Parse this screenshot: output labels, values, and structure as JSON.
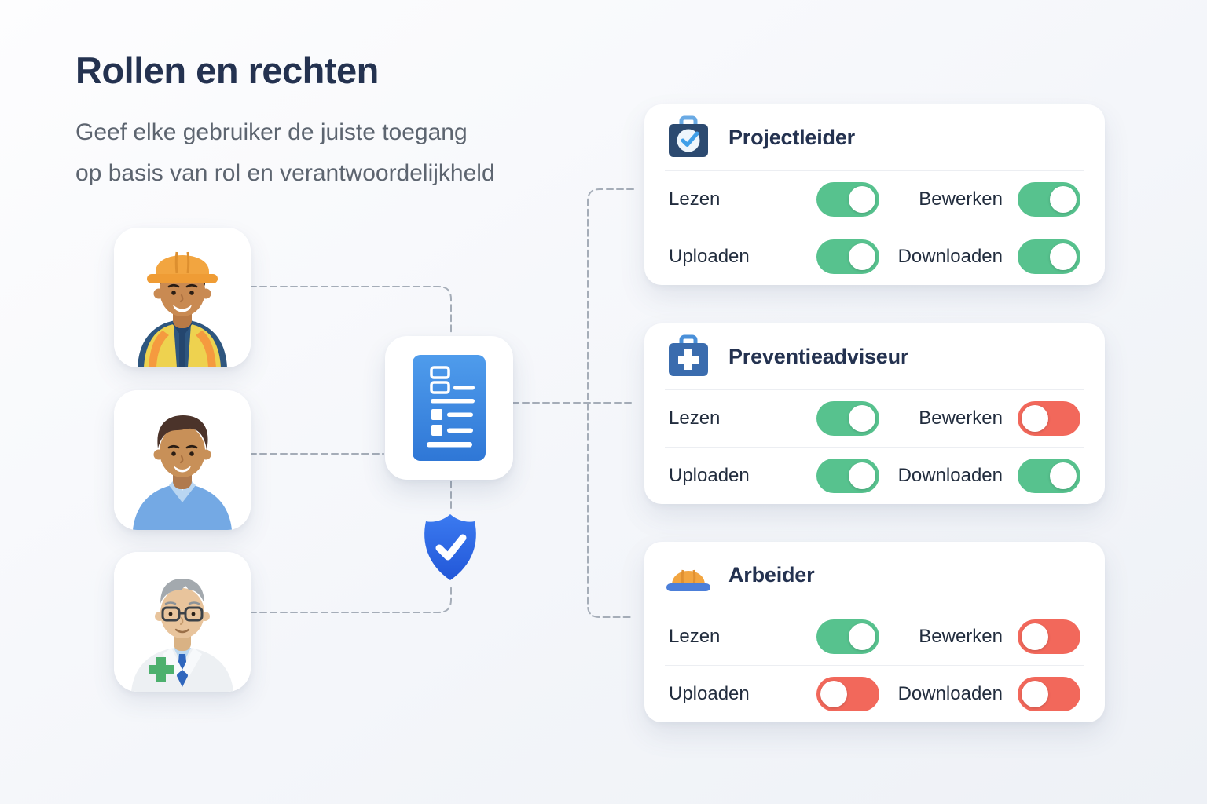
{
  "page": {
    "title": "Rollen en rechten",
    "subtitle_line1": "Geef elke gebruiker de juiste toegang",
    "subtitle_line2": "op basis van rol en verantwoordelijkheld"
  },
  "avatars": [
    {
      "icon": "construction-worker-avatar"
    },
    {
      "icon": "office-worker-avatar"
    },
    {
      "icon": "doctor-avatar"
    }
  ],
  "center": {
    "document_icon": "checklist-document-icon",
    "shield_icon": "shield-check-icon"
  },
  "roles": [
    {
      "title": "Projectleider",
      "icon": "briefcase-check",
      "permissions": [
        {
          "label": "Lezen",
          "enabled": true
        },
        {
          "label": "Bewerken",
          "enabled": true
        },
        {
          "label": "Uploaden",
          "enabled": true
        },
        {
          "label": "Downloaden",
          "enabled": true
        }
      ]
    },
    {
      "title": "Preventieadviseur",
      "icon": "first-aid-kit",
      "permissions": [
        {
          "label": "Lezen",
          "enabled": true
        },
        {
          "label": "Bewerken",
          "enabled": false
        },
        {
          "label": "Uploaden",
          "enabled": true
        },
        {
          "label": "Downloaden",
          "enabled": true
        }
      ]
    },
    {
      "title": "Arbeider",
      "icon": "hard-hat",
      "permissions": [
        {
          "label": "Lezen",
          "enabled": true
        },
        {
          "label": "Bewerken",
          "enabled": false
        },
        {
          "label": "Uploaden",
          "enabled": false
        },
        {
          "label": "Downloaden",
          "enabled": false
        }
      ]
    }
  ],
  "colors": {
    "toggle_on": "#57c28e",
    "toggle_off": "#f2685b",
    "title_navy": "#243250",
    "subtitle_gray": "#5d6570",
    "connector_gray": "#a5adb8",
    "doc_blue": "#3d87e0",
    "shield_blue": "#2d63e0"
  }
}
